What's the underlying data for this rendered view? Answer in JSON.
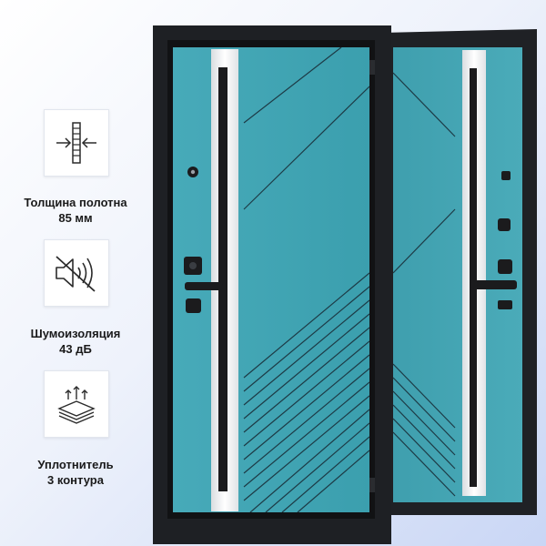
{
  "features": [
    {
      "icon": "thickness-icon",
      "title": "Толщина полотна",
      "value": "85 мм"
    },
    {
      "icon": "sound-off-icon",
      "title": "Шумоизоляция",
      "value": "43 дБ"
    },
    {
      "icon": "seal-icon",
      "title": "Уплотнитель",
      "value": "3 контура"
    }
  ],
  "colors": {
    "frame": "#1e2024",
    "panel": "#3fa3b2",
    "panel_dark": "#2f8e9c",
    "strip": "#eef0f2",
    "handle": "#1b1b1d",
    "line": "#1d3a45"
  }
}
